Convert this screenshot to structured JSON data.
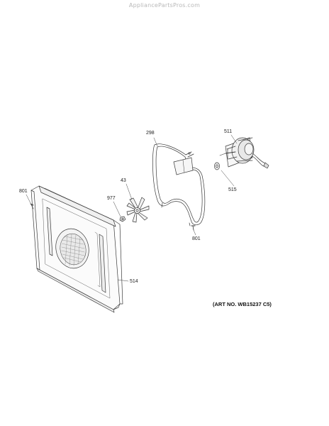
{
  "watermark": "AppliancePartsPros.com",
  "art_number": "(ART NO. WB15237 C5)",
  "callouts": {
    "c298": "298",
    "c511": "511",
    "c43": "43",
    "c977": "977",
    "c801_left": "801",
    "c801_right": "801",
    "c515": "515",
    "c514": "514"
  },
  "parts": [
    {
      "id": "298",
      "icon": "heating-element-icon"
    },
    {
      "id": "511",
      "icon": "fan-motor-icon"
    },
    {
      "id": "43",
      "icon": "fan-blade-icon"
    },
    {
      "id": "977",
      "icon": "nut-icon"
    },
    {
      "id": "801",
      "icon": "screw-icon"
    },
    {
      "id": "515",
      "icon": "washer-icon"
    },
    {
      "id": "514",
      "icon": "fan-cover-panel-icon"
    }
  ]
}
